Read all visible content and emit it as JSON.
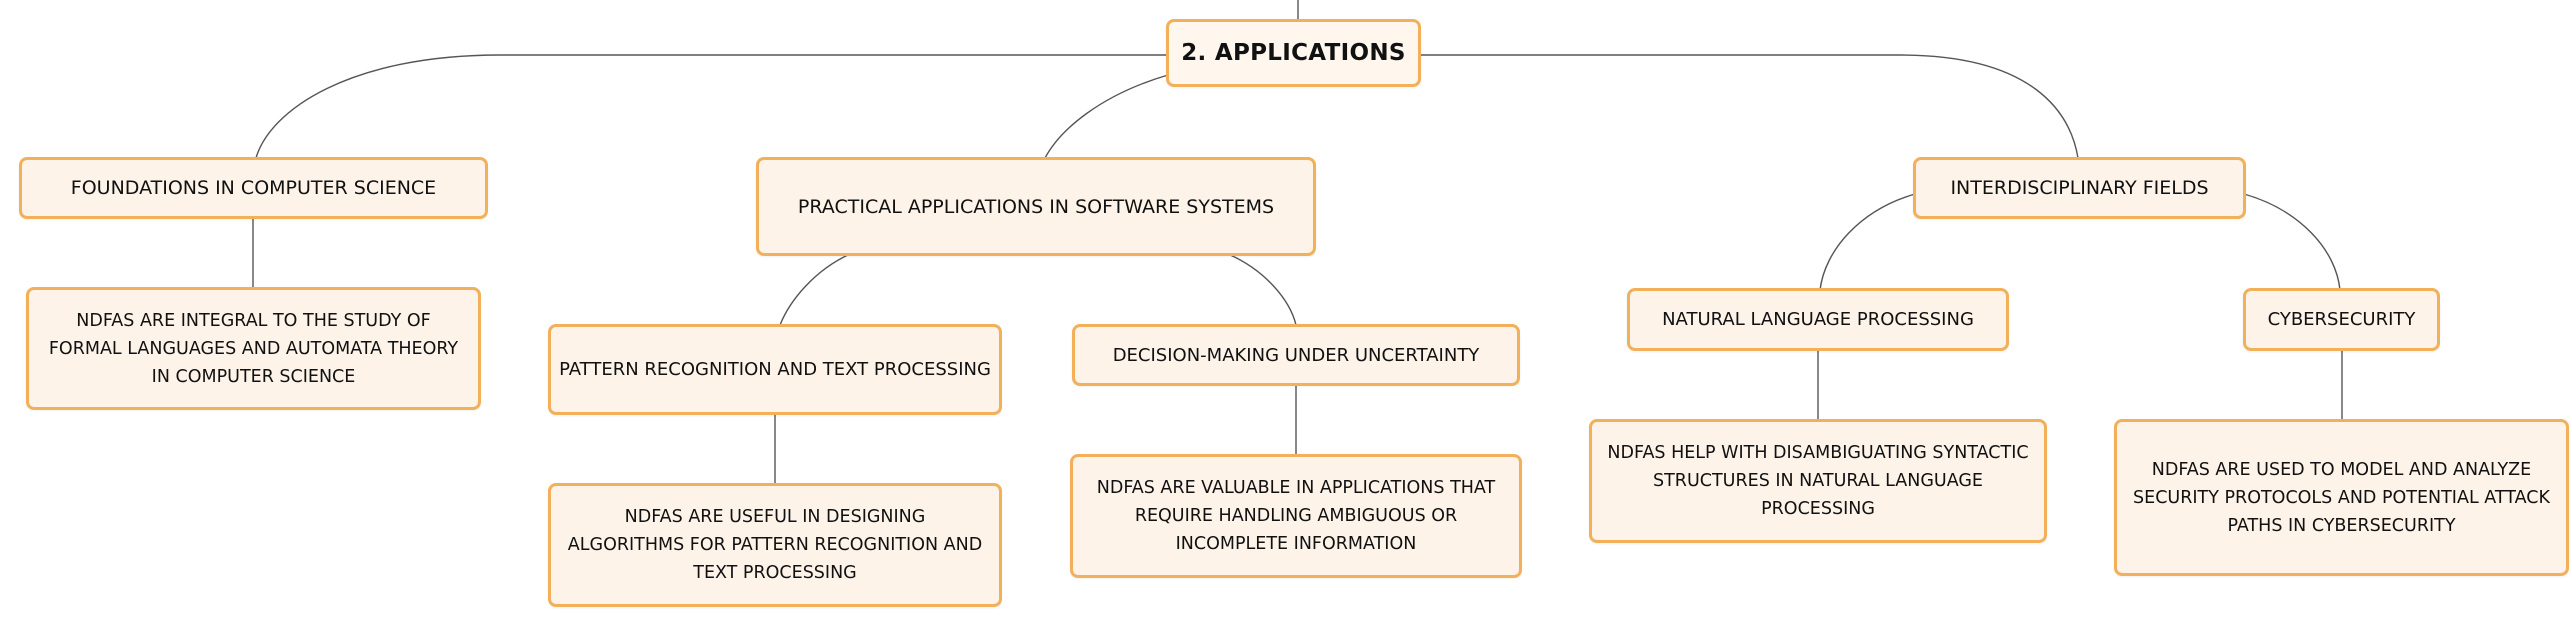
{
  "root": {
    "label": "2. APPLICATIONS"
  },
  "branches": [
    {
      "label": "FOUNDATIONS IN COMPUTER SCIENCE",
      "detail": "NDFAS ARE INTEGRAL TO THE STUDY OF FORMAL LANGUAGES AND AUTOMATA THEORY IN COMPUTER SCIENCE"
    },
    {
      "label": "PRACTICAL APPLICATIONS IN SOFTWARE SYSTEMS",
      "children": [
        {
          "label": "PATTERN RECOGNITION AND TEXT PROCESSING",
          "detail": "NDFAS ARE USEFUL IN DESIGNING ALGORITHMS FOR PATTERN RECOGNITION AND TEXT PROCESSING"
        },
        {
          "label": "DECISION-MAKING UNDER UNCERTAINTY",
          "detail": "NDFAS ARE VALUABLE IN APPLICATIONS THAT REQUIRE HANDLING AMBIGUOUS OR INCOMPLETE INFORMATION"
        }
      ]
    },
    {
      "label": "INTERDISCIPLINARY FIELDS",
      "children": [
        {
          "label": "NATURAL LANGUAGE PROCESSING",
          "detail": "NDFAS HELP WITH DISAMBIGUATING SYNTACTIC STRUCTURES IN NATURAL LANGUAGE PROCESSING"
        },
        {
          "label": "CYBERSECURITY",
          "detail": "NDFAS ARE USED TO MODEL AND ANALYZE SECURITY PROTOCOLS AND POTENTIAL ATTACK PATHS IN CYBERSECURITY"
        }
      ]
    }
  ],
  "colors": {
    "node_fill": "#fdf3e9",
    "node_border": "#f2b05b",
    "connector": "#555555",
    "text": "#111111"
  }
}
